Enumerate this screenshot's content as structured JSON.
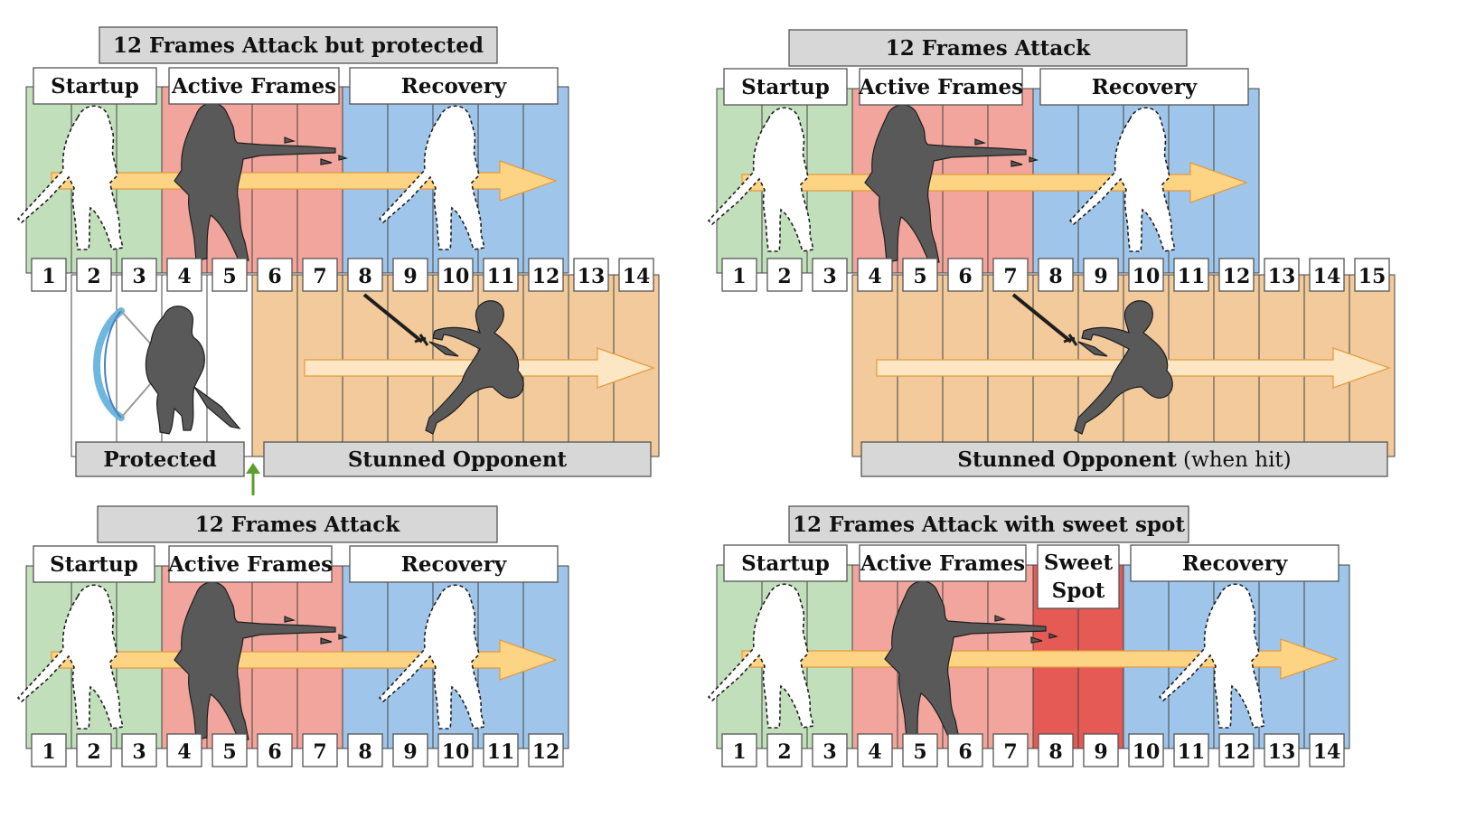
{
  "colors": {
    "startup": "#c2dfbc",
    "active": "#f2a59c",
    "sweet": "#e55a55",
    "recovery": "#9fc6ea",
    "stun": "#f2ca9b",
    "protect": "#ffffff",
    "arrow_attack": "#fdd484",
    "arrow_stun": "#fde6c4",
    "title_box": "#d7d7d7",
    "figure": "#595959",
    "shield": "#6fb7de",
    "indicator": "#5a9e2f"
  },
  "icons": [
    "attacker-silhouette-icon",
    "ghost-silhouette-icon",
    "stunned-opponent-icon",
    "protected-opponent-icon",
    "shield-icon",
    "sword-icon",
    "arrow-icon"
  ],
  "panels": [
    {
      "id": "top-left",
      "title": "12 Frames Attack but protected",
      "phases": [
        {
          "label": "Startup",
          "start": 1,
          "end": 3,
          "kind": "startup"
        },
        {
          "label": "Active Frames",
          "start": 4,
          "end": 7,
          "kind": "active"
        },
        {
          "label": "Recovery",
          "start": 8,
          "end": 12,
          "kind": "recovery"
        }
      ],
      "frames": [
        "1",
        "2",
        "3",
        "4",
        "5",
        "6",
        "7",
        "8",
        "9",
        "10",
        "11",
        "12",
        "13",
        "14"
      ],
      "opponent": {
        "protected_label": "Protected",
        "protected_start": 2,
        "protected_end": 5,
        "stunned_label": "Stunned Opponent",
        "stunned_note": "",
        "stun_start": 6,
        "stun_end": 14
      }
    },
    {
      "id": "top-right",
      "title": "12 Frames Attack",
      "phases": [
        {
          "label": "Startup",
          "start": 1,
          "end": 3,
          "kind": "startup"
        },
        {
          "label": "Active Frames",
          "start": 4,
          "end": 7,
          "kind": "active"
        },
        {
          "label": "Recovery",
          "start": 8,
          "end": 12,
          "kind": "recovery"
        }
      ],
      "frames": [
        "1",
        "2",
        "3",
        "4",
        "5",
        "6",
        "7",
        "8",
        "9",
        "10",
        "11",
        "12",
        "13",
        "14",
        "15"
      ],
      "opponent": {
        "stunned_label": "Stunned Opponent",
        "stunned_note": "(when hit)",
        "stun_start": 4,
        "stun_end": 15
      }
    },
    {
      "id": "bottom-left",
      "title": "12 Frames Attack",
      "phases": [
        {
          "label": "Startup",
          "start": 1,
          "end": 3,
          "kind": "startup"
        },
        {
          "label": "Active Frames",
          "start": 4,
          "end": 7,
          "kind": "active"
        },
        {
          "label": "Recovery",
          "start": 8,
          "end": 12,
          "kind": "recovery"
        }
      ],
      "frames": [
        "1",
        "2",
        "3",
        "4",
        "5",
        "6",
        "7",
        "8",
        "9",
        "10",
        "11",
        "12"
      ]
    },
    {
      "id": "bottom-right",
      "title": "12 Frames Attack with sweet spot",
      "phases": [
        {
          "label": "Startup",
          "start": 1,
          "end": 3,
          "kind": "startup"
        },
        {
          "label": "Active Frames",
          "start": 4,
          "end": 7,
          "kind": "active"
        },
        {
          "label": "Sweet Spot",
          "start": 8,
          "end": 9,
          "kind": "sweet"
        },
        {
          "label": "Recovery",
          "start": 10,
          "end": 14,
          "kind": "recovery"
        }
      ],
      "frames": [
        "1",
        "2",
        "3",
        "4",
        "5",
        "6",
        "7",
        "8",
        "9",
        "10",
        "11",
        "12",
        "13",
        "14"
      ]
    }
  ]
}
